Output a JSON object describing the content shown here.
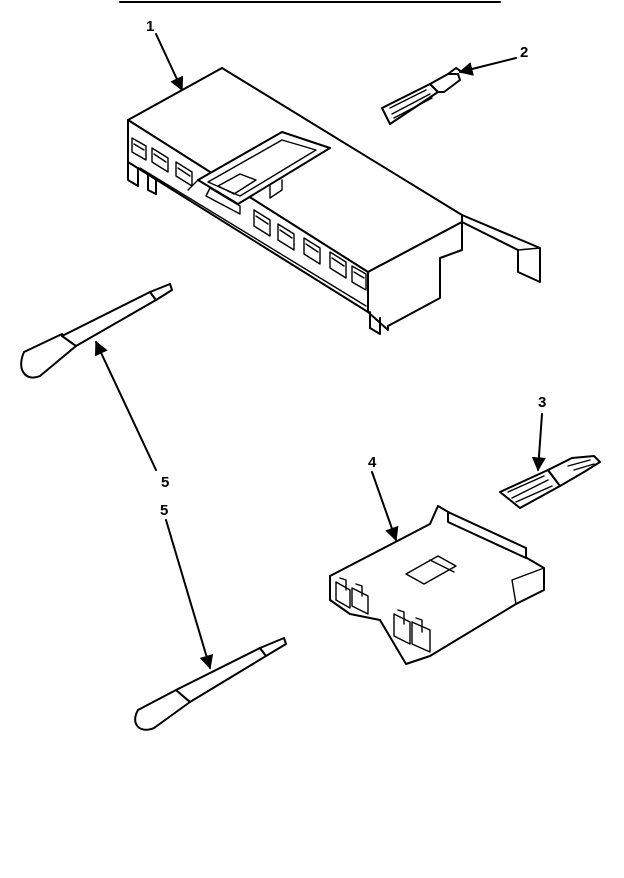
{
  "callouts": [
    {
      "id": "part-1",
      "text": "1"
    },
    {
      "id": "part-2",
      "text": "2"
    },
    {
      "id": "part-3",
      "text": "3"
    },
    {
      "id": "part-4",
      "text": "4"
    },
    {
      "id": "part-5a",
      "text": "5"
    },
    {
      "id": "part-5b",
      "text": "5"
    }
  ]
}
